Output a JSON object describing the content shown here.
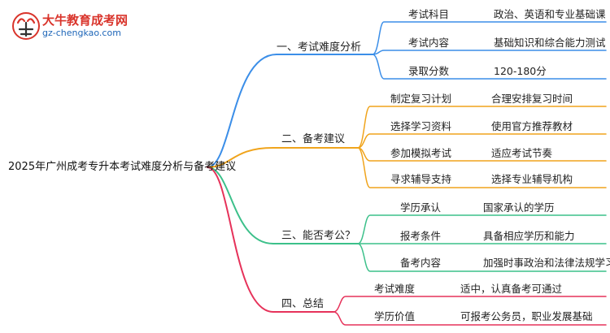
{
  "logo": {
    "name": "大牛教育成考网",
    "url": "gz-chengkao.com"
  },
  "root": "2025年广州成考专升本考试难度分析与备考建议",
  "branches": [
    {
      "label": "一、考试难度分析",
      "color": "#3b8ee8",
      "rows": [
        {
          "key": "考试科目",
          "value": "政治、英语和专业基础课"
        },
        {
          "key": "考试内容",
          "value": "基础知识和综合能力测试"
        },
        {
          "key": "录取分数",
          "value": "120-180分"
        }
      ]
    },
    {
      "label": "二、备考建议",
      "color": "#f0a41c",
      "rows": [
        {
          "key": "制定复习计划",
          "value": "合理安排复习时间"
        },
        {
          "key": "选择学习资料",
          "value": "使用官方推荐教材"
        },
        {
          "key": "参加模拟考试",
          "value": "适应考试节奏"
        },
        {
          "key": "寻求辅导支持",
          "value": "选择专业辅导机构"
        }
      ]
    },
    {
      "label": "三、能否考公？",
      "color": "#3cc08a",
      "rows": [
        {
          "key": "学历承认",
          "value": "国家承认的学历"
        },
        {
          "key": "报考条件",
          "value": "具备相应学历和能力"
        },
        {
          "key": "备考内容",
          "value": "加强时事政治和法律法规学习"
        }
      ]
    },
    {
      "label": "四、总结",
      "color": "#e6325a",
      "rows": [
        {
          "key": "考试难度",
          "value": "适中，认真备考可通过"
        },
        {
          "key": "学历价值",
          "value": "可报考公务员，职业发展基础"
        }
      ]
    }
  ]
}
